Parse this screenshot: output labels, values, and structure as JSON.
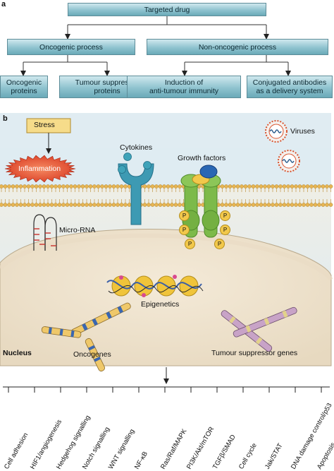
{
  "panel_a": {
    "label": "a",
    "root": "Targeted drug",
    "oncogenic": "Oncogenic process",
    "non_oncogenic": "Non-oncogenic process",
    "leaf1": "Oncogenic\nproteins",
    "leaf2": "Tumour suppressor\nproteins",
    "leaf3": "Induction of\nanti-tumour immunity",
    "leaf4": "Conjugated antibodies\nas a delivery system"
  },
  "panel_b": {
    "label": "b",
    "stress": "Stress",
    "inflammation": "Inflammation",
    "cytokines": "Cytokines",
    "growth_factors": "Growth factors",
    "viruses": "Viruses",
    "micro_rna": "Micro-RNA",
    "phospho": "P",
    "epigenetics": "Epigenetics",
    "nucleus": "Nucleus",
    "oncogenes": "Oncogenes",
    "tsg": "Tumour suppressor genes"
  },
  "pathways": [
    "Cell adhesion",
    "HIF1/angiogenesis",
    "Hedgehog signalling",
    "Notch signalling",
    "WNT signalling",
    "NF-κB",
    "Ras/Raf/MAPK",
    "PI3K/Akt/mTOR",
    "TGFβ/SMAD",
    "Cell cycle",
    "Jak/STAT",
    "DNA damage control/p53",
    "Apoptosis"
  ],
  "colors": {
    "box_fill": "#8fc3cf",
    "cell_bg": "#f3ead9",
    "extracellular_bg": "#d9e9f3",
    "membrane": "#e7b552",
    "receptor_blue": "#3d9ab3",
    "growth_factor_green": "#7dba4a",
    "phospho_yellow": "#f2c84b",
    "inflammation_red": "#e2432a"
  }
}
